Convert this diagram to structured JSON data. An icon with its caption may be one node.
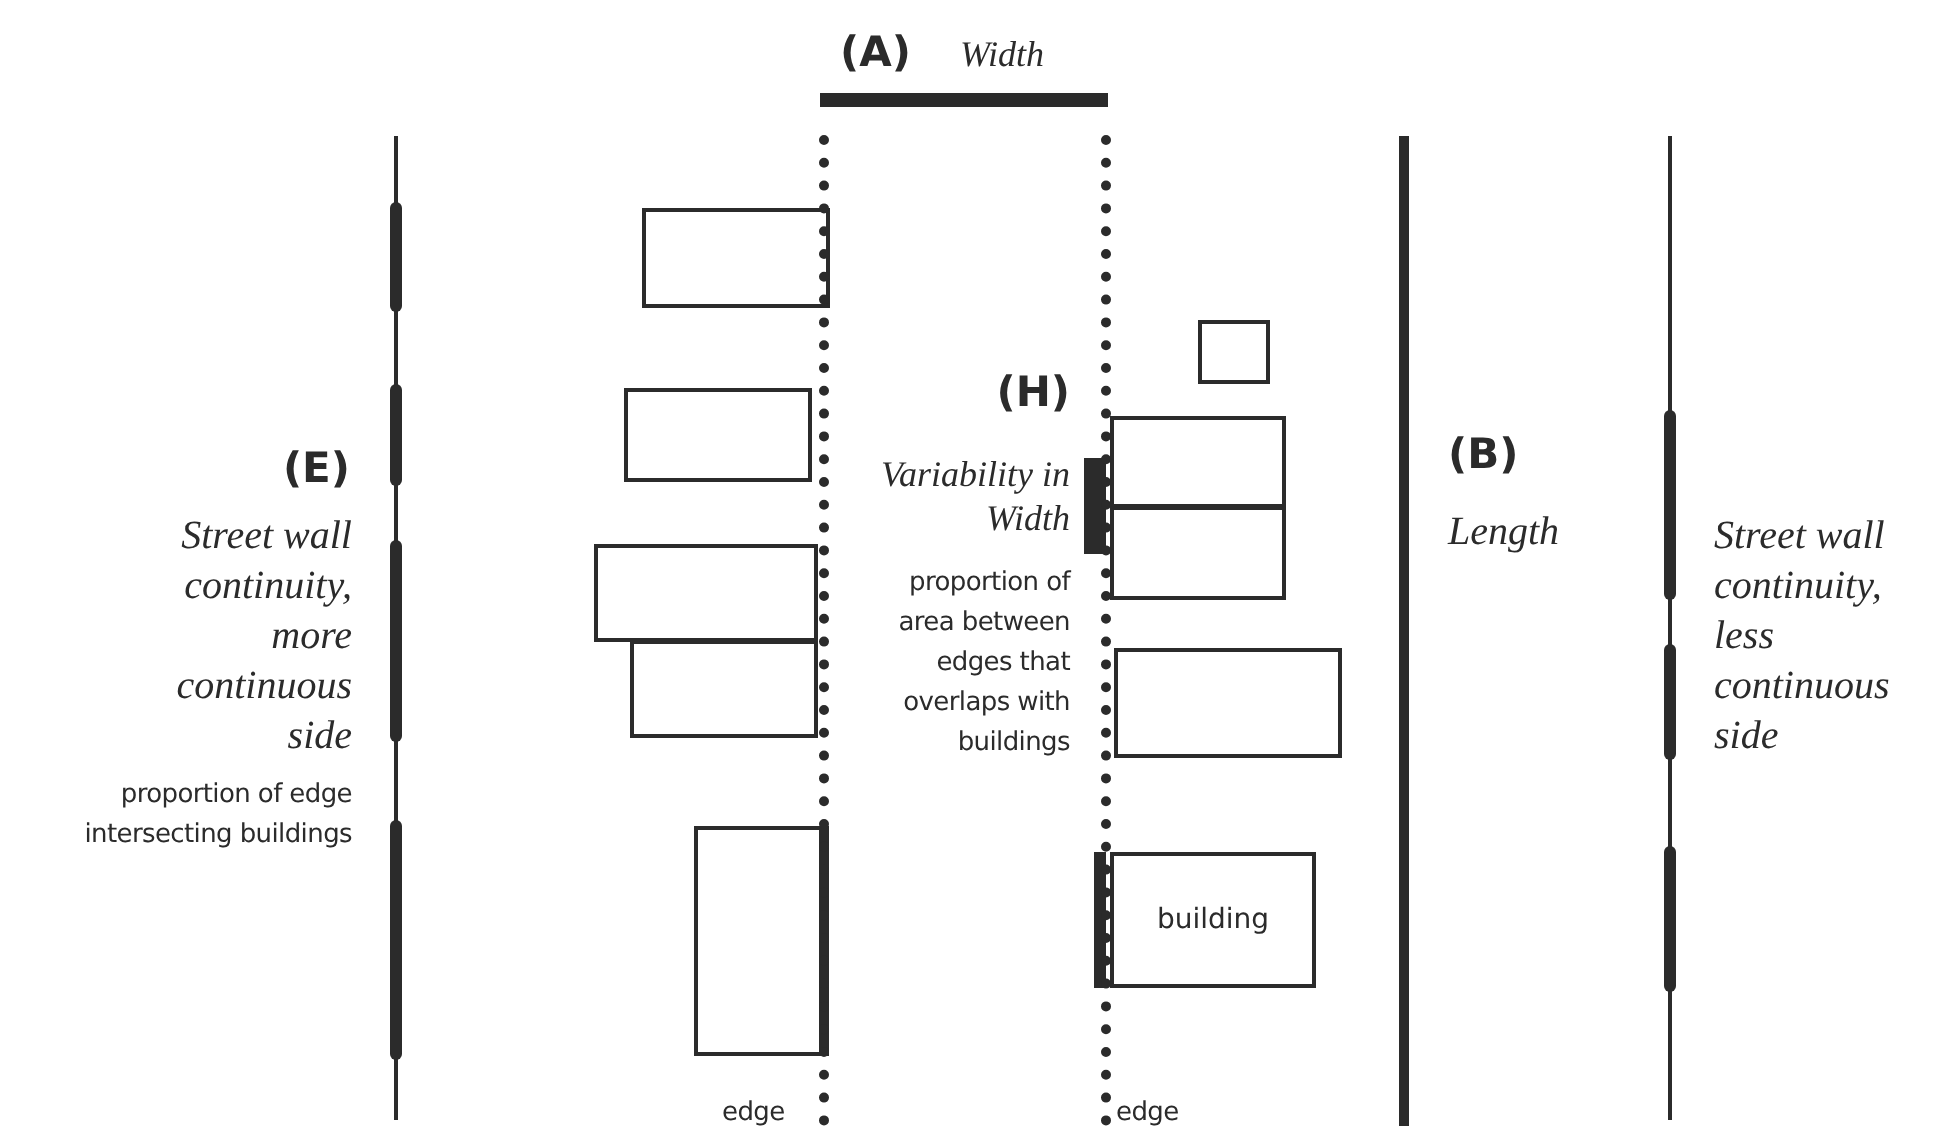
{
  "diagram": {
    "nodes": [
      {
        "text": [],
        "shape": "box"
      },
      {
        "text": [],
        "shape": "box"
      },
      {
        "text": [],
        "shape": "box"
      },
      {
        "text": [],
        "shape": "box"
      },
      {
        "text": [],
        "shape": "box"
      },
      {
        "text": [],
        "shape": "box"
      },
      {
        "text": [],
        "shape": "box"
      },
      {
        "text": [],
        "shape": "box"
      },
      {
        "text": [],
        "shape": "box"
      },
      {
        "text": [
          "building"
        ]
      }
    ],
    "edges": [],
    "labels": [
      "(A)",
      "Width",
      "(E)",
      "Street wall continuity, more continuous side",
      "proportion of edge intersecting buildings",
      "(H)",
      "Variability in Width",
      "proportion of area between edges that overlaps with buildings",
      "(B)",
      "Length",
      "Street wall continuity, less continuous side",
      "edge",
      "edge"
    ]
  }
}
